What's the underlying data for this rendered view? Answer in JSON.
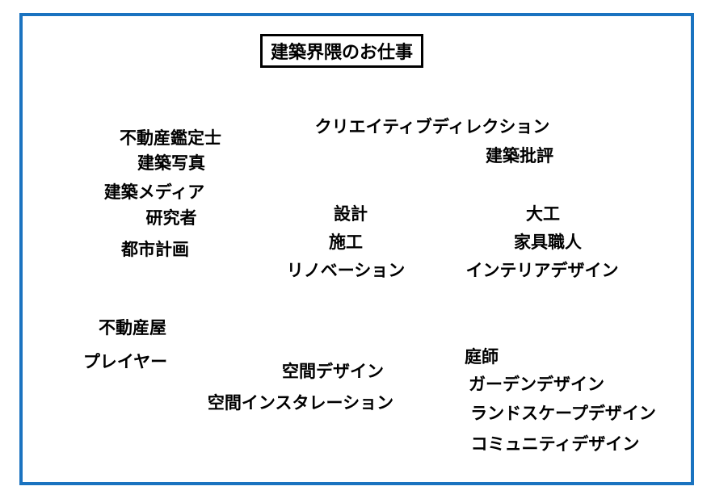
{
  "frame": {
    "border_color": "#1a73c0"
  },
  "title": "建築界隈のお仕事",
  "terms": [
    "不動産鑑定士",
    "建築写真",
    "建築メディア",
    "研究者",
    "都市計画",
    "クリエイティブディレクション",
    "建築批評",
    "設計",
    "施工",
    "リノベーション",
    "大工",
    "家具職人",
    "インテリアデザイン",
    "不動産屋",
    "プレイヤー",
    "空間デザイン",
    "空間インスタレーション",
    "庭師",
    "ガーデンデザイン",
    "ランドスケープデザイン",
    "コミュニティデザイン"
  ]
}
